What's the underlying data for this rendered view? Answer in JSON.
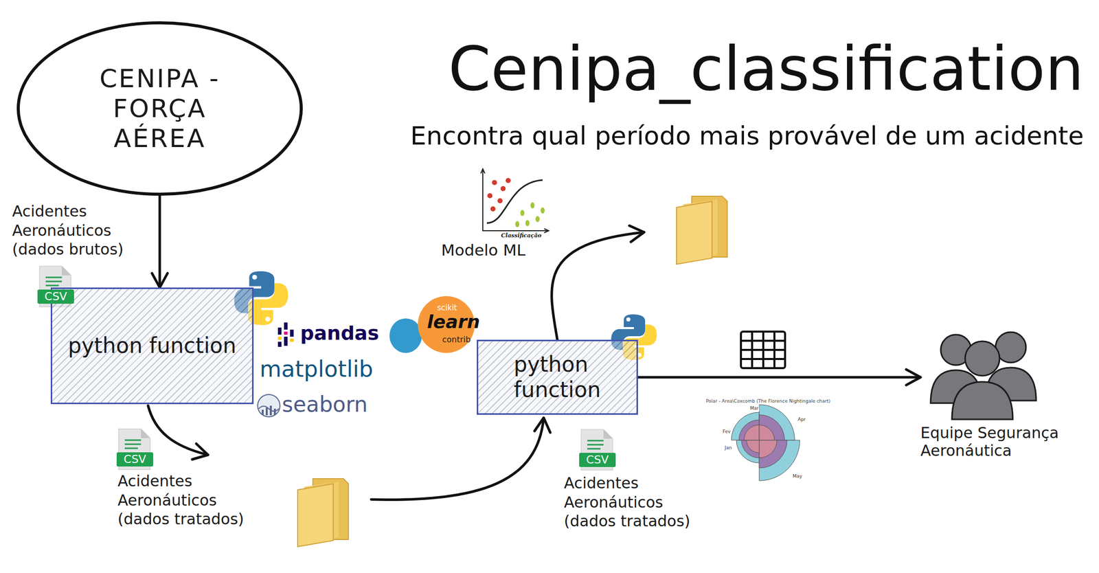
{
  "diagram": {
    "title": "Cenipa_classification",
    "caption": "Encontra qual período mais provável de um acidente",
    "nodes": [
      {
        "text": [
          "CENIPA - FORÇA AÉREA"
        ]
      },
      {
        "text": [
          "python function"
        ]
      },
      {
        "text": [
          "python function"
        ]
      },
      {
        "text": [
          "Equipe Segurança Aeronáutica"
        ]
      }
    ],
    "edges": [
      {
        "from": 0,
        "to": 1,
        "arrow": "to"
      },
      {
        "from": 2,
        "to": 3,
        "arrow": "to"
      }
    ],
    "labels": [
      "Acidentes Aeronáuticos (dados brutos)",
      "CSV",
      "pandas",
      "matplotlib",
      "seaborn",
      "CSV",
      "Acidentes Aeronáuticos (dados tratados)",
      "Classificação",
      "Modelo ML",
      "scikit",
      "learn",
      "contrib",
      "CSV",
      "Acidentes Aeronáuticos (dados tratados)",
      "Polar - Area\\Coxcomb (The Florence Nightingale chart)",
      "Mar",
      "Apr",
      "Fev",
      "Jan",
      "May"
    ]
  }
}
